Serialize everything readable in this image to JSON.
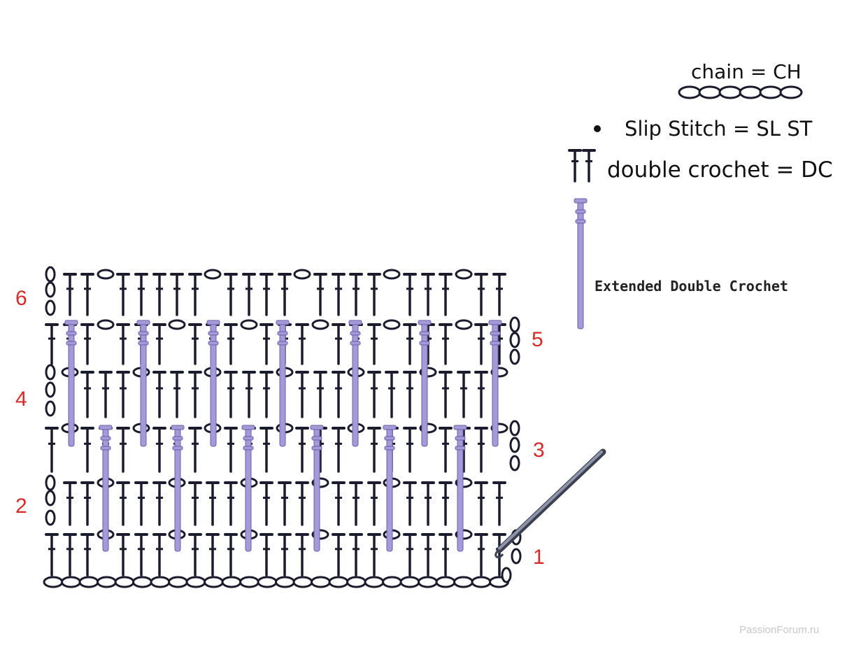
{
  "legend": {
    "chain": "chain = CH",
    "slip_stitch": "Slip Stitch = SL ST",
    "double_crochet": "double crochet = DC",
    "extended_double_crochet": "Extended Double Crochet"
  },
  "row_labels": [
    "1",
    "2",
    "3",
    "4",
    "5",
    "6"
  ],
  "watermark": "PassionForum.ru",
  "colors": {
    "stitch": "#1b1b2e",
    "extended": "#a59ad8",
    "extended_outline": "#6a5fa8",
    "row_number": "#d62a2a",
    "hook": "#585e72"
  },
  "icons": [
    "chain-icon",
    "slip-stitch-icon",
    "double-crochet-icon",
    "extended-double-crochet-icon",
    "crochet-hook-icon"
  ]
}
